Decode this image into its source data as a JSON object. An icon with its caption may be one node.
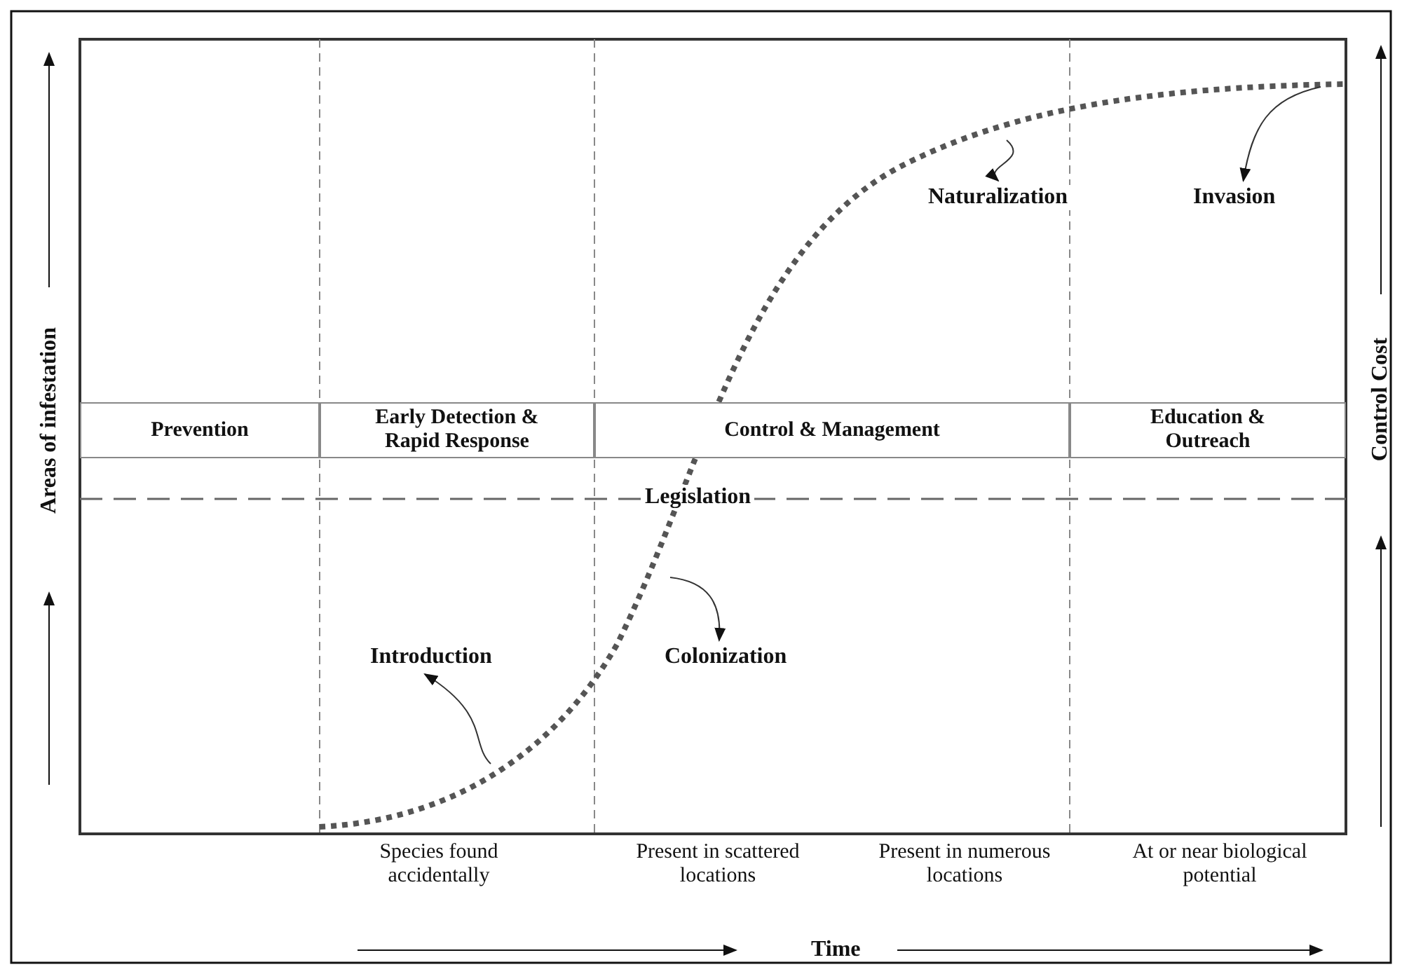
{
  "diagram": {
    "nodes": [
      {
        "text": [
          "Prevention"
        ]
      },
      {
        "text": [
          "Early Detection & Rapid Response"
        ]
      },
      {
        "text": [
          "Control & Management"
        ]
      },
      {
        "text": [
          "Education & Outreach"
        ]
      },
      {
        "text": [
          "Introduction"
        ]
      },
      {
        "text": [
          "Colonization"
        ]
      },
      {
        "text": [
          "Naturalization"
        ]
      },
      {
        "text": [
          "Invasion"
        ]
      },
      {
        "text": [
          "Legislation"
        ]
      }
    ],
    "edges": [
      {
        "from": null,
        "to": 4,
        "arrow": "to"
      },
      {
        "from": null,
        "to": 5,
        "arrow": "to"
      },
      {
        "from": null,
        "to": 6,
        "arrow": "to"
      },
      {
        "from": null,
        "to": 7,
        "arrow": "to"
      }
    ],
    "labels": [
      "Areas of infestation",
      "Control Cost",
      "Species found accidentally",
      "Present in scattered locations",
      "Present in numerous locations",
      "At or near biological potential",
      "Time"
    ]
  }
}
